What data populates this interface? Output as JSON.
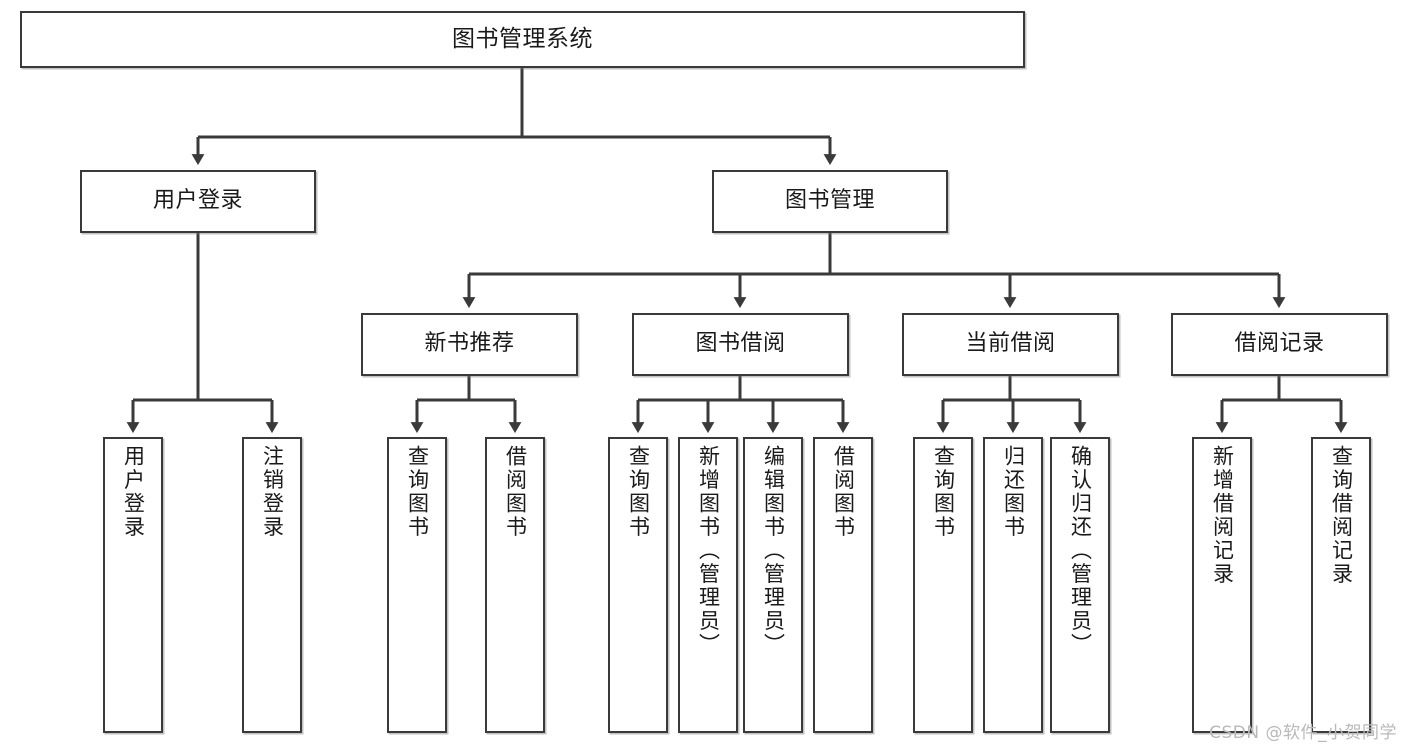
{
  "diagram": {
    "title": "图书管理系统",
    "root": {
      "id": "root",
      "label": "图书管理系统"
    },
    "level2": [
      {
        "id": "user-login",
        "label": "用户登录"
      },
      {
        "id": "book-management",
        "label": "图书管理"
      }
    ],
    "level3": [
      {
        "id": "new-book-recommend",
        "label": "新书推荐"
      },
      {
        "id": "book-borrow",
        "label": "图书借阅"
      },
      {
        "id": "current-borrow",
        "label": "当前借阅"
      },
      {
        "id": "borrow-record",
        "label": "借阅记录"
      }
    ],
    "leaves": {
      "user_login": [
        {
          "id": "leaf-user-login",
          "label": "用户登录"
        },
        {
          "id": "leaf-logout-login",
          "label": "注销登录"
        }
      ],
      "new_book_recommend": [
        {
          "id": "leaf-query-book-1",
          "label": "查询图书"
        },
        {
          "id": "leaf-borrow-book-1",
          "label": "借阅图书"
        }
      ],
      "book_borrow": [
        {
          "id": "leaf-query-book-2",
          "label": "查询图书"
        },
        {
          "id": "leaf-add-book",
          "label": "新增图书（管理员）"
        },
        {
          "id": "leaf-edit-book",
          "label": "编辑图书（管理员）"
        },
        {
          "id": "leaf-borrow-book-2",
          "label": "借阅图书"
        }
      ],
      "current_borrow": [
        {
          "id": "leaf-query-book-3",
          "label": "查询图书"
        },
        {
          "id": "leaf-return-book",
          "label": "归还图书"
        },
        {
          "id": "leaf-confirm-return",
          "label": "确认归还（管理员）"
        }
      ],
      "borrow_record": [
        {
          "id": "leaf-add-record",
          "label": "新增借阅记录"
        },
        {
          "id": "leaf-query-record",
          "label": "查询借阅记录"
        }
      ]
    }
  },
  "watermark": {
    "text": "CSDN @软件_小贺同学"
  },
  "colors": {
    "border": "#3a3a3a",
    "text": "#1a1a1a",
    "background": "#ffffff",
    "watermark": "#b9b9b9"
  }
}
